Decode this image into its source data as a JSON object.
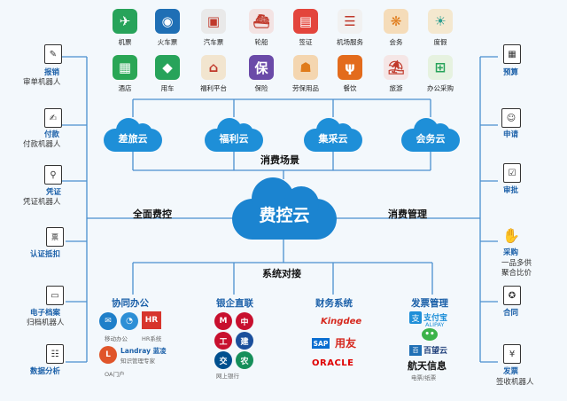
{
  "services": [
    {
      "label": "机票",
      "icon": "airplane-icon",
      "glyph": "✈",
      "color": "#27a35a"
    },
    {
      "label": "火车票",
      "icon": "train-icon",
      "glyph": "◉",
      "color": "#1f6fb5"
    },
    {
      "label": "汽车票",
      "icon": "bus-icon",
      "glyph": "▣",
      "color": "#e8e8e8"
    },
    {
      "label": "轮船",
      "icon": "ship-icon",
      "glyph": "⛴",
      "color": "#f1e4e4"
    },
    {
      "label": "签证",
      "icon": "visa-icon",
      "glyph": "▤",
      "color": "#e3453c"
    },
    {
      "label": "机场服务",
      "icon": "airport-service-icon",
      "glyph": "☰",
      "color": "#f0f0f0"
    },
    {
      "label": "会务",
      "icon": "conference-icon",
      "glyph": "❋",
      "color": "#f4d9b8"
    },
    {
      "label": "度假",
      "icon": "vacation-icon",
      "glyph": "☀",
      "color": "#f3e7cf"
    },
    {
      "label": "酒店",
      "icon": "hotel-icon",
      "glyph": "▦",
      "color": "#2aa655"
    },
    {
      "label": "用车",
      "icon": "car-icon",
      "glyph": "◆",
      "color": "#27a35a"
    },
    {
      "label": "福利平台",
      "icon": "welfare-icon",
      "glyph": "⌂",
      "color": "#f0e4cf"
    },
    {
      "label": "保险",
      "icon": "insurance-icon",
      "glyph": "保",
      "color": "#6a4aa8"
    },
    {
      "label": "劳保用品",
      "icon": "labor-supplies-icon",
      "glyph": "☗",
      "color": "#f4d6b0"
    },
    {
      "label": "餐饮",
      "icon": "dining-icon",
      "glyph": "ψ",
      "color": "#e36b1c"
    },
    {
      "label": "旅游",
      "icon": "travel-icon",
      "glyph": "⛱",
      "color": "#f4e8e8"
    },
    {
      "label": "办公采购",
      "icon": "office-purchase-icon",
      "glyph": "⊞",
      "color": "#e9f3e4"
    }
  ],
  "clouds": [
    "差旅云",
    "福利云",
    "集采云",
    "会务云"
  ],
  "main_cloud": "费控云",
  "labels": {
    "consumption_scene": "消费场景",
    "full_control": "全面费控",
    "consumption_mgmt": "消费管理",
    "system_connect": "系统对接"
  },
  "left_items": [
    {
      "title": "报销",
      "subtitle": "审单机器人",
      "icon": "reimburse-icon",
      "glyph": "✎"
    },
    {
      "title": "付款",
      "subtitle": "付款机器人",
      "icon": "payment-icon",
      "glyph": "✍"
    },
    {
      "title": "凭证",
      "subtitle": "凭证机器人",
      "icon": "voucher-icon",
      "glyph": "⚲"
    },
    {
      "title": "认证抵扣",
      "subtitle": "",
      "icon": "deduction-ticket-icon",
      "glyph": "票"
    },
    {
      "title": "电子档案",
      "subtitle": "归档机器人",
      "icon": "archive-icon",
      "glyph": "▭"
    },
    {
      "title": "数据分析",
      "subtitle": "",
      "icon": "data-analysis-icon",
      "glyph": "☷"
    }
  ],
  "right_items": [
    {
      "title": "预算",
      "subtitle": "",
      "icon": "calculator-icon",
      "glyph": "▦"
    },
    {
      "title": "申请",
      "subtitle": "",
      "icon": "application-icon",
      "glyph": "☺"
    },
    {
      "title": "审批",
      "subtitle": "",
      "icon": "approval-icon",
      "glyph": "☑"
    },
    {
      "title": "采购",
      "subtitle": "一品多供",
      "subtitle2": "聚合比价",
      "icon": "purchase-hand-icon",
      "glyph": "✋"
    },
    {
      "title": "合同",
      "subtitle": "",
      "icon": "contract-icon",
      "glyph": "✪"
    },
    {
      "title": "发票",
      "subtitle": "签收机器人",
      "icon": "invoice-icon",
      "glyph": "¥"
    }
  ],
  "groups": {
    "office": {
      "title": "协同办公",
      "mobile_label": "移动办公",
      "hr_label": "HR系统",
      "hr_badge": "HR",
      "landray_name": "Landray 蓝凌",
      "landray_tagline": "知识管理专家",
      "oa_label": "OA门户"
    },
    "bank": {
      "title": "银企直联",
      "online_bank_label": "网上银行"
    },
    "finance": {
      "title": "财务系统",
      "kingdee": "Kingdee",
      "sap": "SAP",
      "yonyou": "用友",
      "oracle": "ORACLE"
    },
    "invoice": {
      "title": "发票管理",
      "alipay": "支付宝",
      "alipay_en": "ALIPAY",
      "baiwang": "百望云",
      "aisino": "航天信息",
      "einvoice_label": "电票/纸票"
    }
  },
  "colors": {
    "cloud_blue": "#1e8fd8",
    "title_blue": "#1a5fa8",
    "line_blue": "#4a8fcf",
    "background": "#f3f8fc"
  }
}
